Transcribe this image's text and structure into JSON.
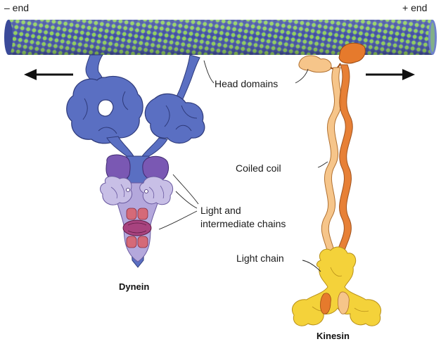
{
  "labels": {
    "minus_end": "– end",
    "plus_end": "+ end",
    "head_domains": "Head domains",
    "coiled_coil": "Coiled coil",
    "light_intermediate_line1": "Light and",
    "light_intermediate_line2": "intermediate chains",
    "light_chain": "Light chain",
    "dynein": "Dynein",
    "kinesin": "Kinesin"
  },
  "colors": {
    "tubulin_alpha": "#4f5fae",
    "tubulin_beta": "#8fcf5a",
    "dynein_blue": "#5a6fc2",
    "dynein_purple": "#7a58b3",
    "dynein_lavender": "#b4a8dc",
    "dynein_red": "#d56a78",
    "dynein_magenta": "#a8437f",
    "kinesin_orange": "#e67a2c",
    "kinesin_peach": "#f6c58a",
    "kinesin_yellow": "#f4d23a"
  },
  "icons": {
    "left_arrow": "arrow-left-icon",
    "right_arrow": "arrow-right-icon"
  }
}
